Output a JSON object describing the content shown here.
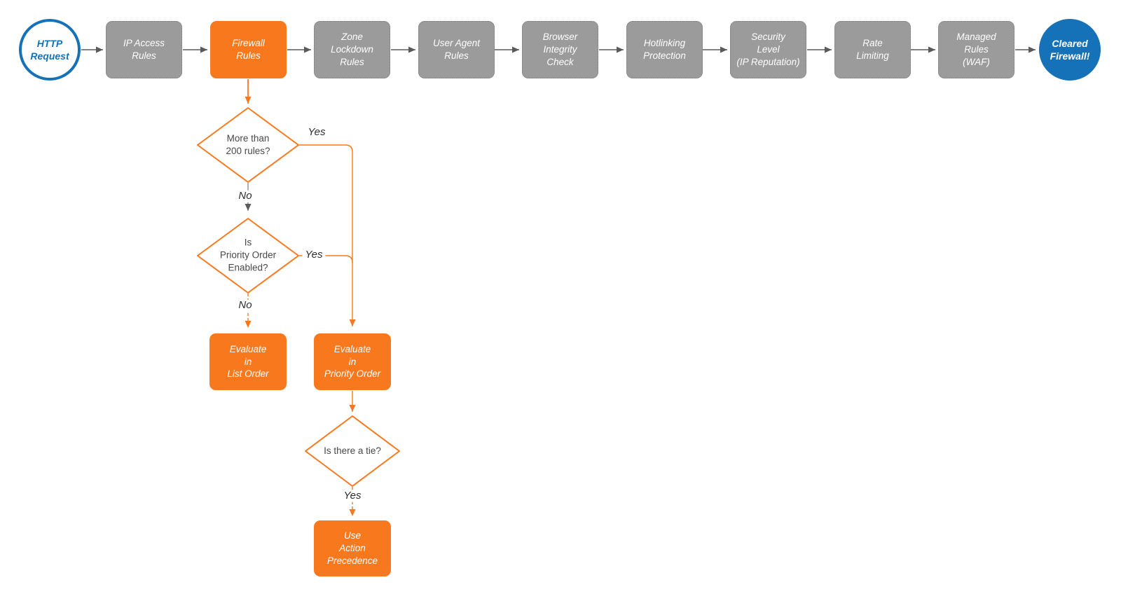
{
  "colors": {
    "accent_orange": "#f8791d",
    "accent_blue": "#1672b8",
    "stage_gray": "#9b9b9b",
    "stage_border_gray": "#7b7b7b",
    "arrow_gray": "#5a5a5a",
    "node_text_white": "#ffffff",
    "decision_text": "#484848"
  },
  "pipeline": {
    "start": {
      "label": "HTTP\nRequest"
    },
    "stages": [
      {
        "label": "IP Access\nRules"
      },
      {
        "label": "Firewall\nRules"
      },
      {
        "label": "Zone\nLockdown\nRules"
      },
      {
        "label": "User Agent\nRules"
      },
      {
        "label": "Browser\nIntegrity\nCheck"
      },
      {
        "label": "Hotlinking\nProtection"
      },
      {
        "label": "Security\nLevel\n(IP Reputation)"
      },
      {
        "label": "Rate\nLimiting"
      },
      {
        "label": "Managed\nRules\n(WAF)"
      }
    ],
    "end": {
      "label": "Cleared\nFirewall!"
    }
  },
  "firewall_branch": {
    "decisions": [
      {
        "label": "More than\n200 rules?",
        "yes": "Yes",
        "no": "No"
      },
      {
        "label": "Is\nPriority Order\nEnabled?",
        "yes": "Yes",
        "no": "No"
      },
      {
        "label": "Is there a tie?",
        "yes": "Yes"
      }
    ],
    "outcomes": [
      {
        "label": "Evaluate\nin\nList Order"
      },
      {
        "label": "Evaluate\nin\nPriority Order"
      },
      {
        "label": "Use\nAction\nPrecedence"
      }
    ]
  }
}
